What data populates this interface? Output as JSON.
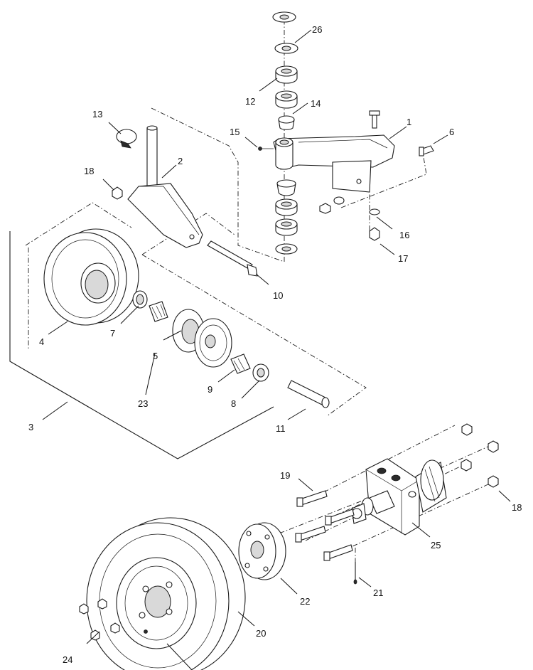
{
  "callouts": {
    "c1": "1",
    "c2": "2",
    "c3": "3",
    "c4": "4",
    "c5": "5",
    "c6": "6",
    "c7": "7",
    "c8": "8",
    "c9": "9",
    "c10": "10",
    "c11": "11",
    "c12": "12",
    "c13": "13",
    "c14": "14",
    "c15": "15",
    "c16": "16",
    "c17": "17",
    "c18a": "18",
    "c18b": "18",
    "c19": "19",
    "c20": "20",
    "c21": "21",
    "c22": "22",
    "c23": "23",
    "c24": "24",
    "c25": "25",
    "c26": "26"
  }
}
